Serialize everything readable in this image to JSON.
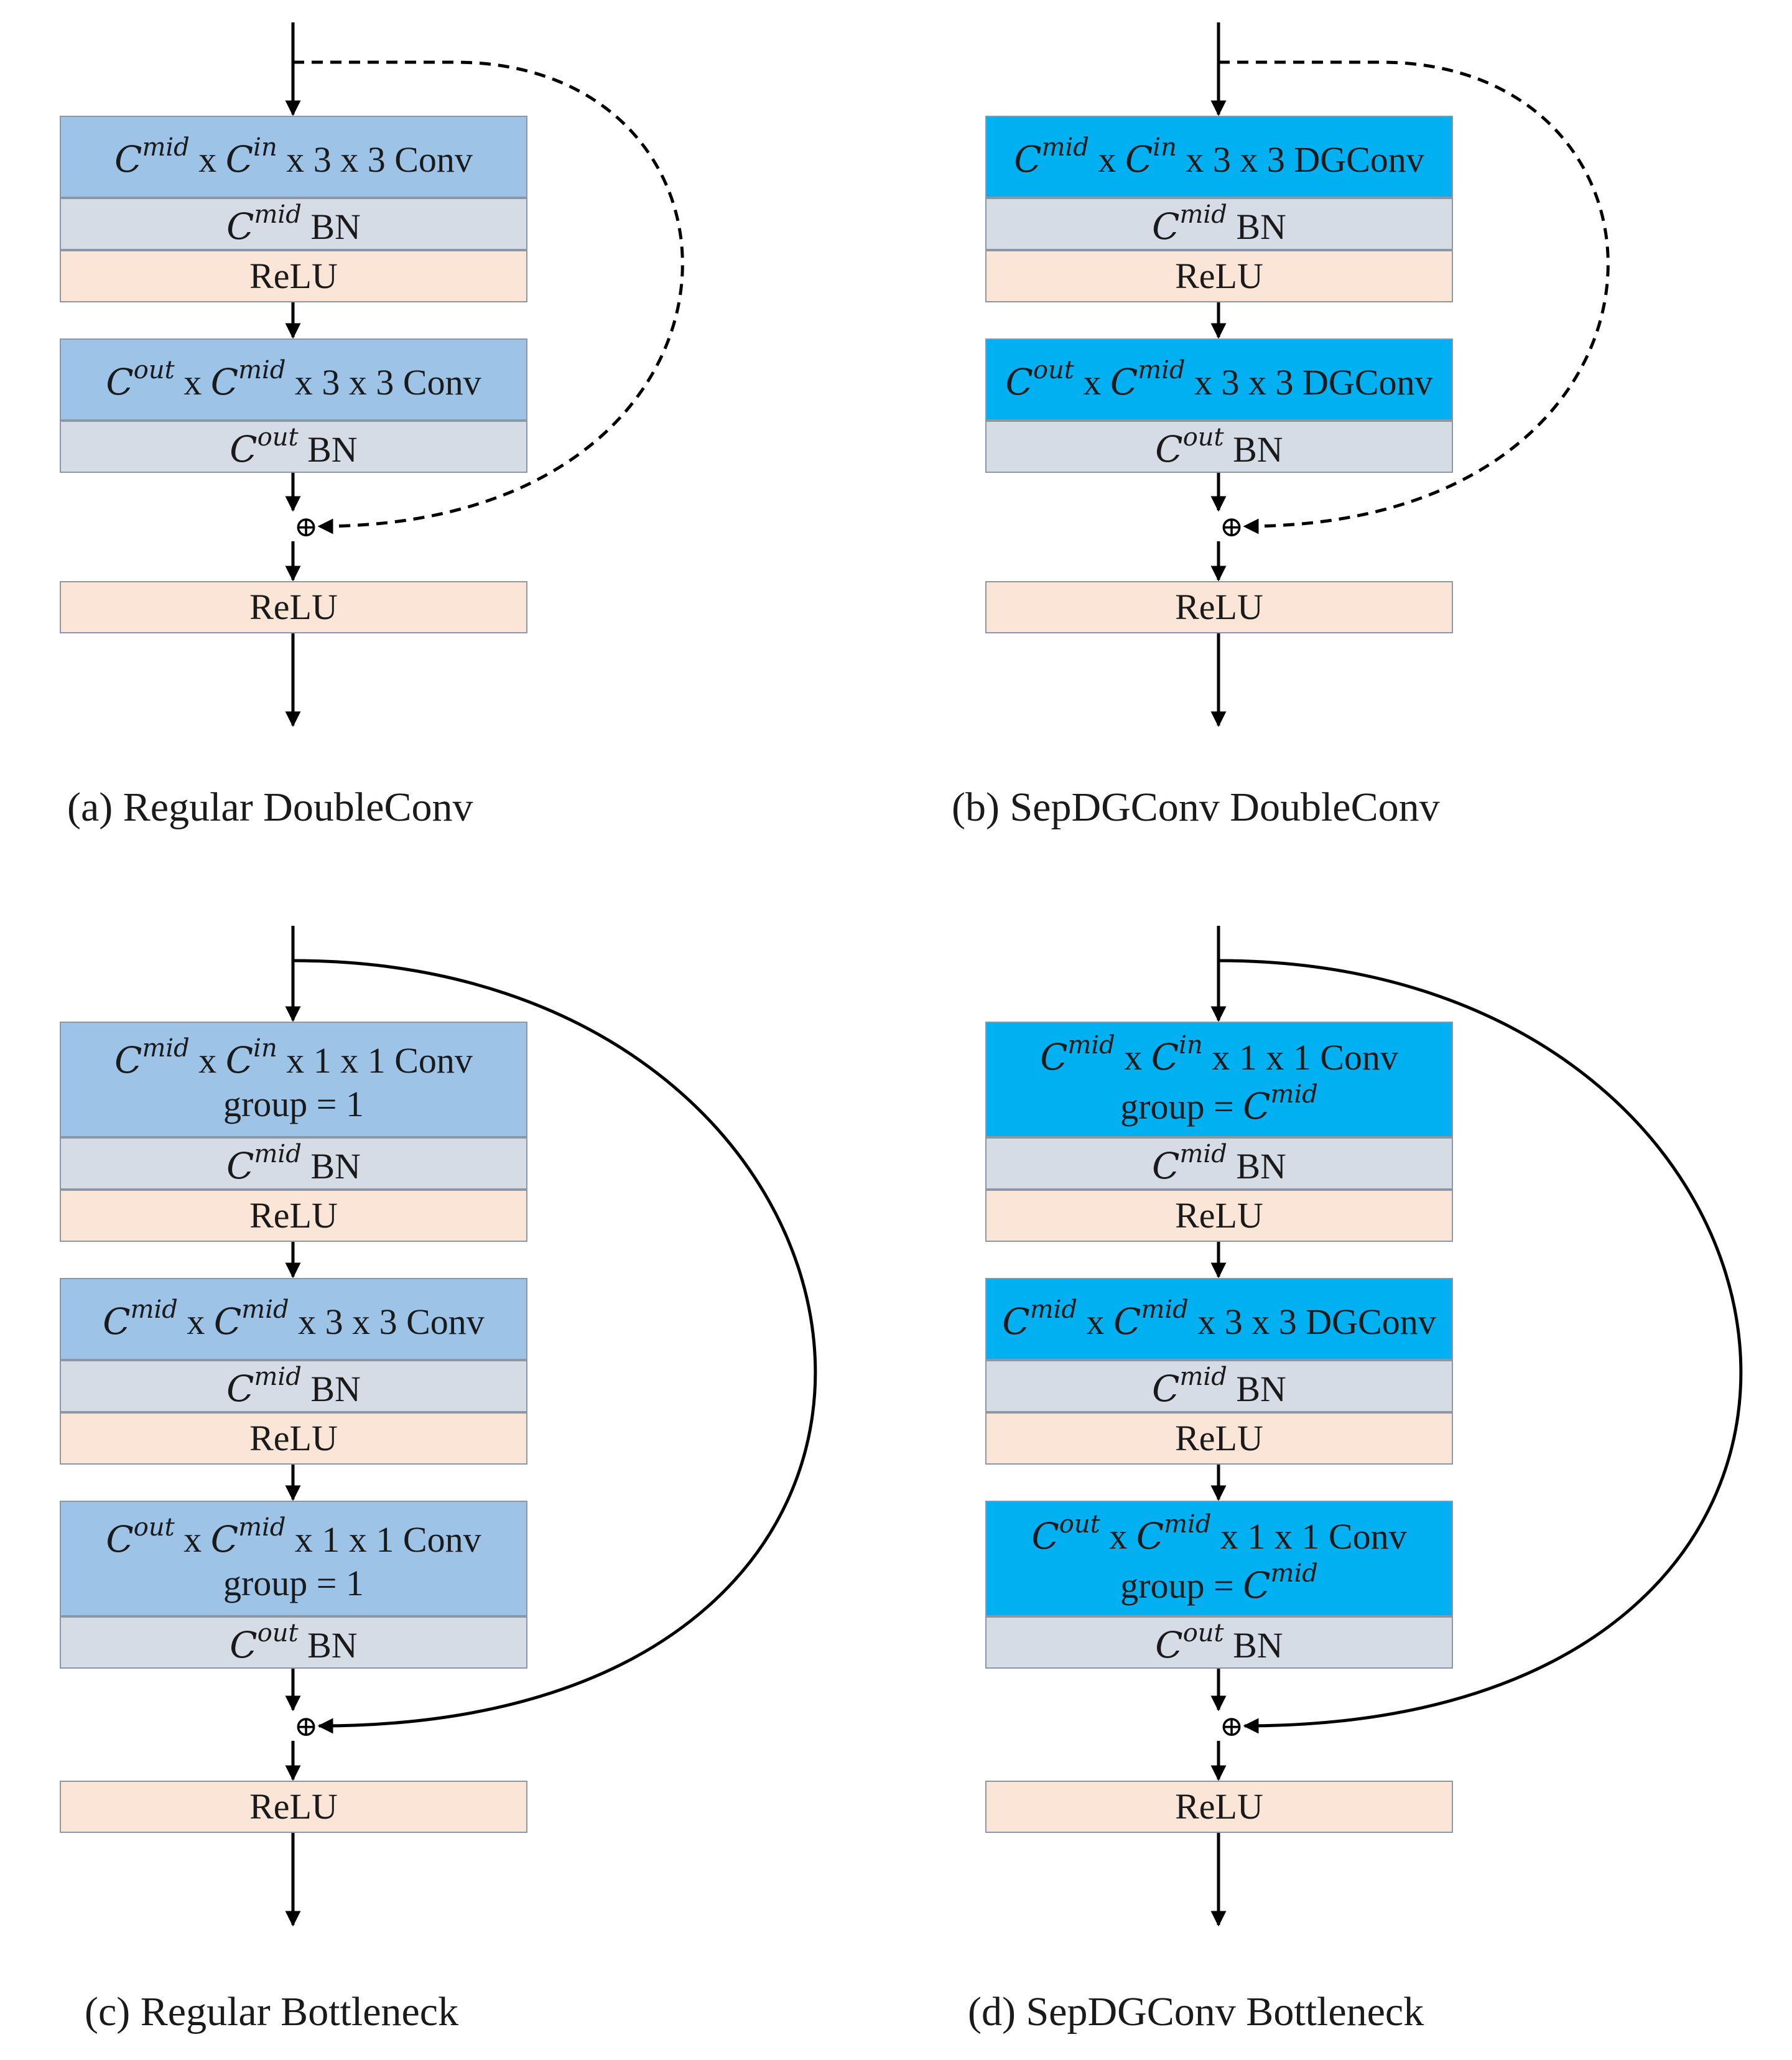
{
  "panels": [
    {
      "caption": "(a) Regular DoubleConv",
      "blocks": [
        {
          "kind": "conv",
          "lines": [
            {
              "sym1": "C",
              "sup1": "mid",
              "mid": " x ",
              "sym2": "C",
              "sup2": "in",
              "rest": " x 3 x 3 Conv"
            }
          ]
        },
        {
          "kind": "bn",
          "lines": [
            {
              "sym1": "C",
              "sup1": "mid",
              "mid": " BN",
              "sym2": "",
              "sup2": "",
              "rest": ""
            }
          ]
        },
        {
          "kind": "relu",
          "lines": [
            {
              "sym1": "",
              "sup1": "",
              "mid": "ReLU",
              "sym2": "",
              "sup2": "",
              "rest": ""
            }
          ]
        },
        {
          "kind": "conv",
          "lines": [
            {
              "sym1": "C",
              "sup1": "out",
              "mid": " x ",
              "sym2": "C",
              "sup2": "mid",
              "rest": " x 3 x 3 Conv"
            }
          ]
        },
        {
          "kind": "bn",
          "lines": [
            {
              "sym1": "C",
              "sup1": "out",
              "mid": " BN",
              "sym2": "",
              "sup2": "",
              "rest": ""
            }
          ]
        },
        {
          "kind": "relu",
          "lines": [
            {
              "sym1": "",
              "sup1": "",
              "mid": "ReLU",
              "sym2": "",
              "sup2": "",
              "rest": ""
            }
          ]
        }
      ],
      "add_symbol": "⊕",
      "skip_style": "dashed"
    },
    {
      "caption": "(b) SepDGConv DoubleConv",
      "blocks": [
        {
          "kind": "sep",
          "lines": [
            {
              "sym1": "C",
              "sup1": "mid",
              "mid": " x ",
              "sym2": "C",
              "sup2": "in",
              "rest": " x 3 x 3 DGConv"
            }
          ]
        },
        {
          "kind": "bn",
          "lines": [
            {
              "sym1": "C",
              "sup1": "mid",
              "mid": " BN",
              "sym2": "",
              "sup2": "",
              "rest": ""
            }
          ]
        },
        {
          "kind": "relu",
          "lines": [
            {
              "sym1": "",
              "sup1": "",
              "mid": "ReLU",
              "sym2": "",
              "sup2": "",
              "rest": ""
            }
          ]
        },
        {
          "kind": "sep",
          "lines": [
            {
              "sym1": "C",
              "sup1": "out",
              "mid": " x ",
              "sym2": "C",
              "sup2": "mid",
              "rest": " x 3 x 3 DGConv"
            }
          ]
        },
        {
          "kind": "bn",
          "lines": [
            {
              "sym1": "C",
              "sup1": "out",
              "mid": " BN",
              "sym2": "",
              "sup2": "",
              "rest": ""
            }
          ]
        },
        {
          "kind": "relu",
          "lines": [
            {
              "sym1": "",
              "sup1": "",
              "mid": "ReLU",
              "sym2": "",
              "sup2": "",
              "rest": ""
            }
          ]
        }
      ],
      "add_symbol": "⊕",
      "skip_style": "dashed"
    },
    {
      "caption": "(c) Regular Bottleneck",
      "blocks": [
        {
          "kind": "conv",
          "lines": [
            {
              "sym1": "C",
              "sup1": "mid",
              "mid": " x ",
              "sym2": "C",
              "sup2": "in",
              "rest": " x 1 x 1 Conv"
            },
            {
              "sym1": "",
              "sup1": "",
              "mid": "group = 1",
              "sym2": "",
              "sup2": "",
              "rest": ""
            }
          ]
        },
        {
          "kind": "bn",
          "lines": [
            {
              "sym1": "C",
              "sup1": "mid",
              "mid": " BN",
              "sym2": "",
              "sup2": "",
              "rest": ""
            }
          ]
        },
        {
          "kind": "relu",
          "lines": [
            {
              "sym1": "",
              "sup1": "",
              "mid": "ReLU",
              "sym2": "",
              "sup2": "",
              "rest": ""
            }
          ]
        },
        {
          "kind": "conv",
          "lines": [
            {
              "sym1": "C",
              "sup1": "mid",
              "mid": " x ",
              "sym2": "C",
              "sup2": "mid",
              "rest": " x 3 x 3 Conv"
            }
          ]
        },
        {
          "kind": "bn",
          "lines": [
            {
              "sym1": "C",
              "sup1": "mid",
              "mid": " BN",
              "sym2": "",
              "sup2": "",
              "rest": ""
            }
          ]
        },
        {
          "kind": "relu",
          "lines": [
            {
              "sym1": "",
              "sup1": "",
              "mid": "ReLU",
              "sym2": "",
              "sup2": "",
              "rest": ""
            }
          ]
        },
        {
          "kind": "conv",
          "lines": [
            {
              "sym1": "C",
              "sup1": "out",
              "mid": " x ",
              "sym2": "C",
              "sup2": "mid",
              "rest": " x 1 x 1 Conv"
            },
            {
              "sym1": "",
              "sup1": "",
              "mid": "group = 1",
              "sym2": "",
              "sup2": "",
              "rest": ""
            }
          ]
        },
        {
          "kind": "bn",
          "lines": [
            {
              "sym1": "C",
              "sup1": "out",
              "mid": " BN",
              "sym2": "",
              "sup2": "",
              "rest": ""
            }
          ]
        },
        {
          "kind": "relu",
          "lines": [
            {
              "sym1": "",
              "sup1": "",
              "mid": "ReLU",
              "sym2": "",
              "sup2": "",
              "rest": ""
            }
          ]
        }
      ],
      "add_symbol": "⊕",
      "skip_style": "solid"
    },
    {
      "caption": "(d) SepDGConv Bottleneck",
      "blocks": [
        {
          "kind": "sep",
          "lines": [
            {
              "sym1": "C",
              "sup1": "mid",
              "mid": " x ",
              "sym2": "C",
              "sup2": "in",
              "rest": " x 1 x 1 Conv"
            },
            {
              "sym1": "",
              "sup1": "",
              "mid": "group = ",
              "sym2": "C",
              "sup2": "mid",
              "rest": ""
            }
          ]
        },
        {
          "kind": "bn",
          "lines": [
            {
              "sym1": "C",
              "sup1": "mid",
              "mid": " BN",
              "sym2": "",
              "sup2": "",
              "rest": ""
            }
          ]
        },
        {
          "kind": "relu",
          "lines": [
            {
              "sym1": "",
              "sup1": "",
              "mid": "ReLU",
              "sym2": "",
              "sup2": "",
              "rest": ""
            }
          ]
        },
        {
          "kind": "sep",
          "lines": [
            {
              "sym1": "C",
              "sup1": "mid",
              "mid": " x ",
              "sym2": "C",
              "sup2": "mid",
              "rest": " x 3 x 3 DGConv"
            }
          ]
        },
        {
          "kind": "bn",
          "lines": [
            {
              "sym1": "C",
              "sup1": "mid",
              "mid": " BN",
              "sym2": "",
              "sup2": "",
              "rest": ""
            }
          ]
        },
        {
          "kind": "relu",
          "lines": [
            {
              "sym1": "",
              "sup1": "",
              "mid": "ReLU",
              "sym2": "",
              "sup2": "",
              "rest": ""
            }
          ]
        },
        {
          "kind": "sep",
          "lines": [
            {
              "sym1": "C",
              "sup1": "out",
              "mid": " x ",
              "sym2": "C",
              "sup2": "mid",
              "rest": " x 1 x 1 Conv"
            },
            {
              "sym1": "",
              "sup1": "",
              "mid": "group = ",
              "sym2": "C",
              "sup2": "mid",
              "rest": ""
            }
          ]
        },
        {
          "kind": "bn",
          "lines": [
            {
              "sym1": "C",
              "sup1": "out",
              "mid": " BN",
              "sym2": "",
              "sup2": "",
              "rest": ""
            }
          ]
        },
        {
          "kind": "relu",
          "lines": [
            {
              "sym1": "",
              "sup1": "",
              "mid": "ReLU",
              "sym2": "",
              "sup2": "",
              "rest": ""
            }
          ]
        }
      ],
      "add_symbol": "⊕",
      "skip_style": "solid"
    }
  ],
  "colors": {
    "conv": "#9dc3e6",
    "sepdgconv": "#00b0f0",
    "bn": "#d6dce5",
    "relu": "#fbe5d6",
    "arrow": "#000000"
  }
}
